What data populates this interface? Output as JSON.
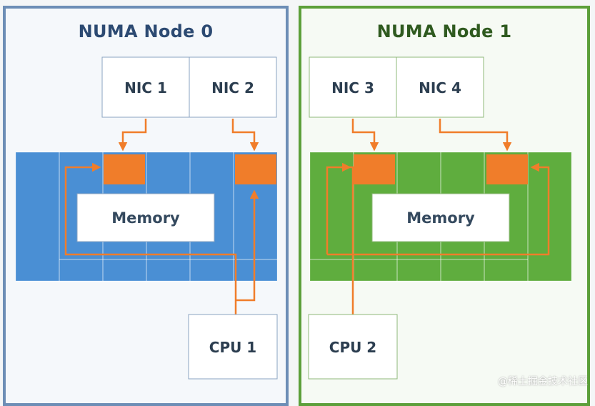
{
  "nodes": [
    {
      "title": "NUMA Node 0",
      "nics": [
        "NIC 1",
        "NIC 2"
      ],
      "memory_label": "Memory",
      "cpu_label": "CPU 1",
      "memory_color": "#4a8fd4",
      "border_color": "#6d8eb6"
    },
    {
      "title": "NUMA Node 1",
      "nics": [
        "NIC 3",
        "NIC 4"
      ],
      "memory_label": "Memory",
      "cpu_label": "CPU 2",
      "memory_color": "#5fad3e",
      "border_color": "#5c9f3a"
    }
  ],
  "colors": {
    "buffer": "#f07d2a",
    "arrow": "#f07d2a"
  },
  "watermark": "@稀土掘金技术社区"
}
